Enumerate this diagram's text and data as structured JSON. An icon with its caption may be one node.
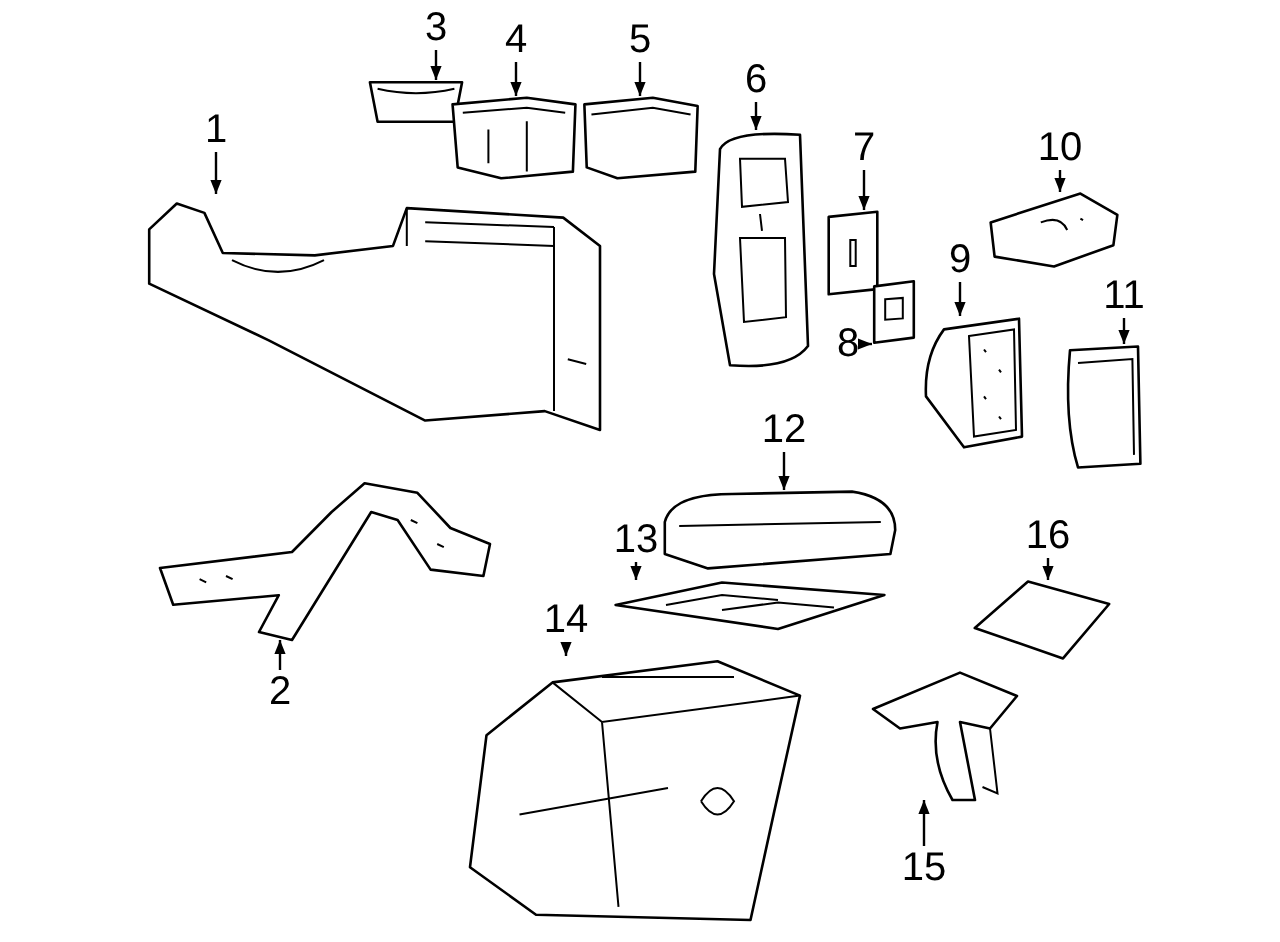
{
  "diagram": {
    "nodes": [
      {
        "text": [
          "1"
        ]
      },
      {
        "text": [
          "2"
        ]
      },
      {
        "text": [
          "3"
        ]
      },
      {
        "text": [
          "4"
        ]
      },
      {
        "text": [
          "5"
        ]
      },
      {
        "text": [
          "6"
        ]
      },
      {
        "text": [
          "7"
        ]
      },
      {
        "text": [
          "8"
        ]
      },
      {
        "text": [
          "9"
        ]
      },
      {
        "text": [
          "10"
        ]
      },
      {
        "text": [
          "11"
        ]
      },
      {
        "text": [
          "12"
        ]
      },
      {
        "text": [
          "13"
        ]
      },
      {
        "text": [
          "14"
        ]
      },
      {
        "text": [
          "15"
        ]
      },
      {
        "text": [
          "16"
        ]
      },
      {
        "text": [],
        "shape": "picture"
      },
      {
        "text": [],
        "shape": "picture"
      },
      {
        "text": [],
        "shape": "picture"
      },
      {
        "text": [],
        "shape": "picture"
      },
      {
        "text": [],
        "shape": "picture"
      },
      {
        "text": [],
        "shape": "picture"
      },
      {
        "text": [],
        "shape": "picture"
      },
      {
        "text": [],
        "shape": "picture"
      },
      {
        "text": [],
        "shape": "picture"
      },
      {
        "text": [],
        "shape": "picture"
      },
      {
        "text": [],
        "shape": "picture"
      },
      {
        "text": [],
        "shape": "picture"
      },
      {
        "text": [],
        "shape": "picture"
      },
      {
        "text": [],
        "shape": "picture"
      },
      {
        "text": [],
        "shape": "picture"
      },
      {
        "text": [],
        "shape": "picture"
      }
    ],
    "edges": [
      {
        "from": 0,
        "to": 16,
        "arrow": "to"
      },
      {
        "from": 1,
        "to": 17,
        "arrow": "to"
      },
      {
        "from": 2,
        "to": 18,
        "arrow": "to"
      },
      {
        "from": 3,
        "to": 19,
        "arrow": "to"
      },
      {
        "from": 4,
        "to": 20,
        "arrow": "to"
      },
      {
        "from": 5,
        "to": 21,
        "arrow": "to"
      },
      {
        "from": 6,
        "to": 22,
        "arrow": "to"
      },
      {
        "from": 7,
        "to": 23,
        "arrow": "to"
      },
      {
        "from": 8,
        "to": 24,
        "arrow": "to"
      },
      {
        "from": 9,
        "to": 25,
        "arrow": "to"
      },
      {
        "from": 10,
        "to": 26,
        "arrow": "to"
      },
      {
        "from": 11,
        "to": 27,
        "arrow": "to"
      },
      {
        "from": 12,
        "to": 28,
        "arrow": "to"
      },
      {
        "from": 13,
        "to": 29,
        "arrow": "to"
      },
      {
        "from": 14,
        "to": 30,
        "arrow": "to"
      },
      {
        "from": 15,
        "to": 31,
        "arrow": "to"
      }
    ]
  }
}
